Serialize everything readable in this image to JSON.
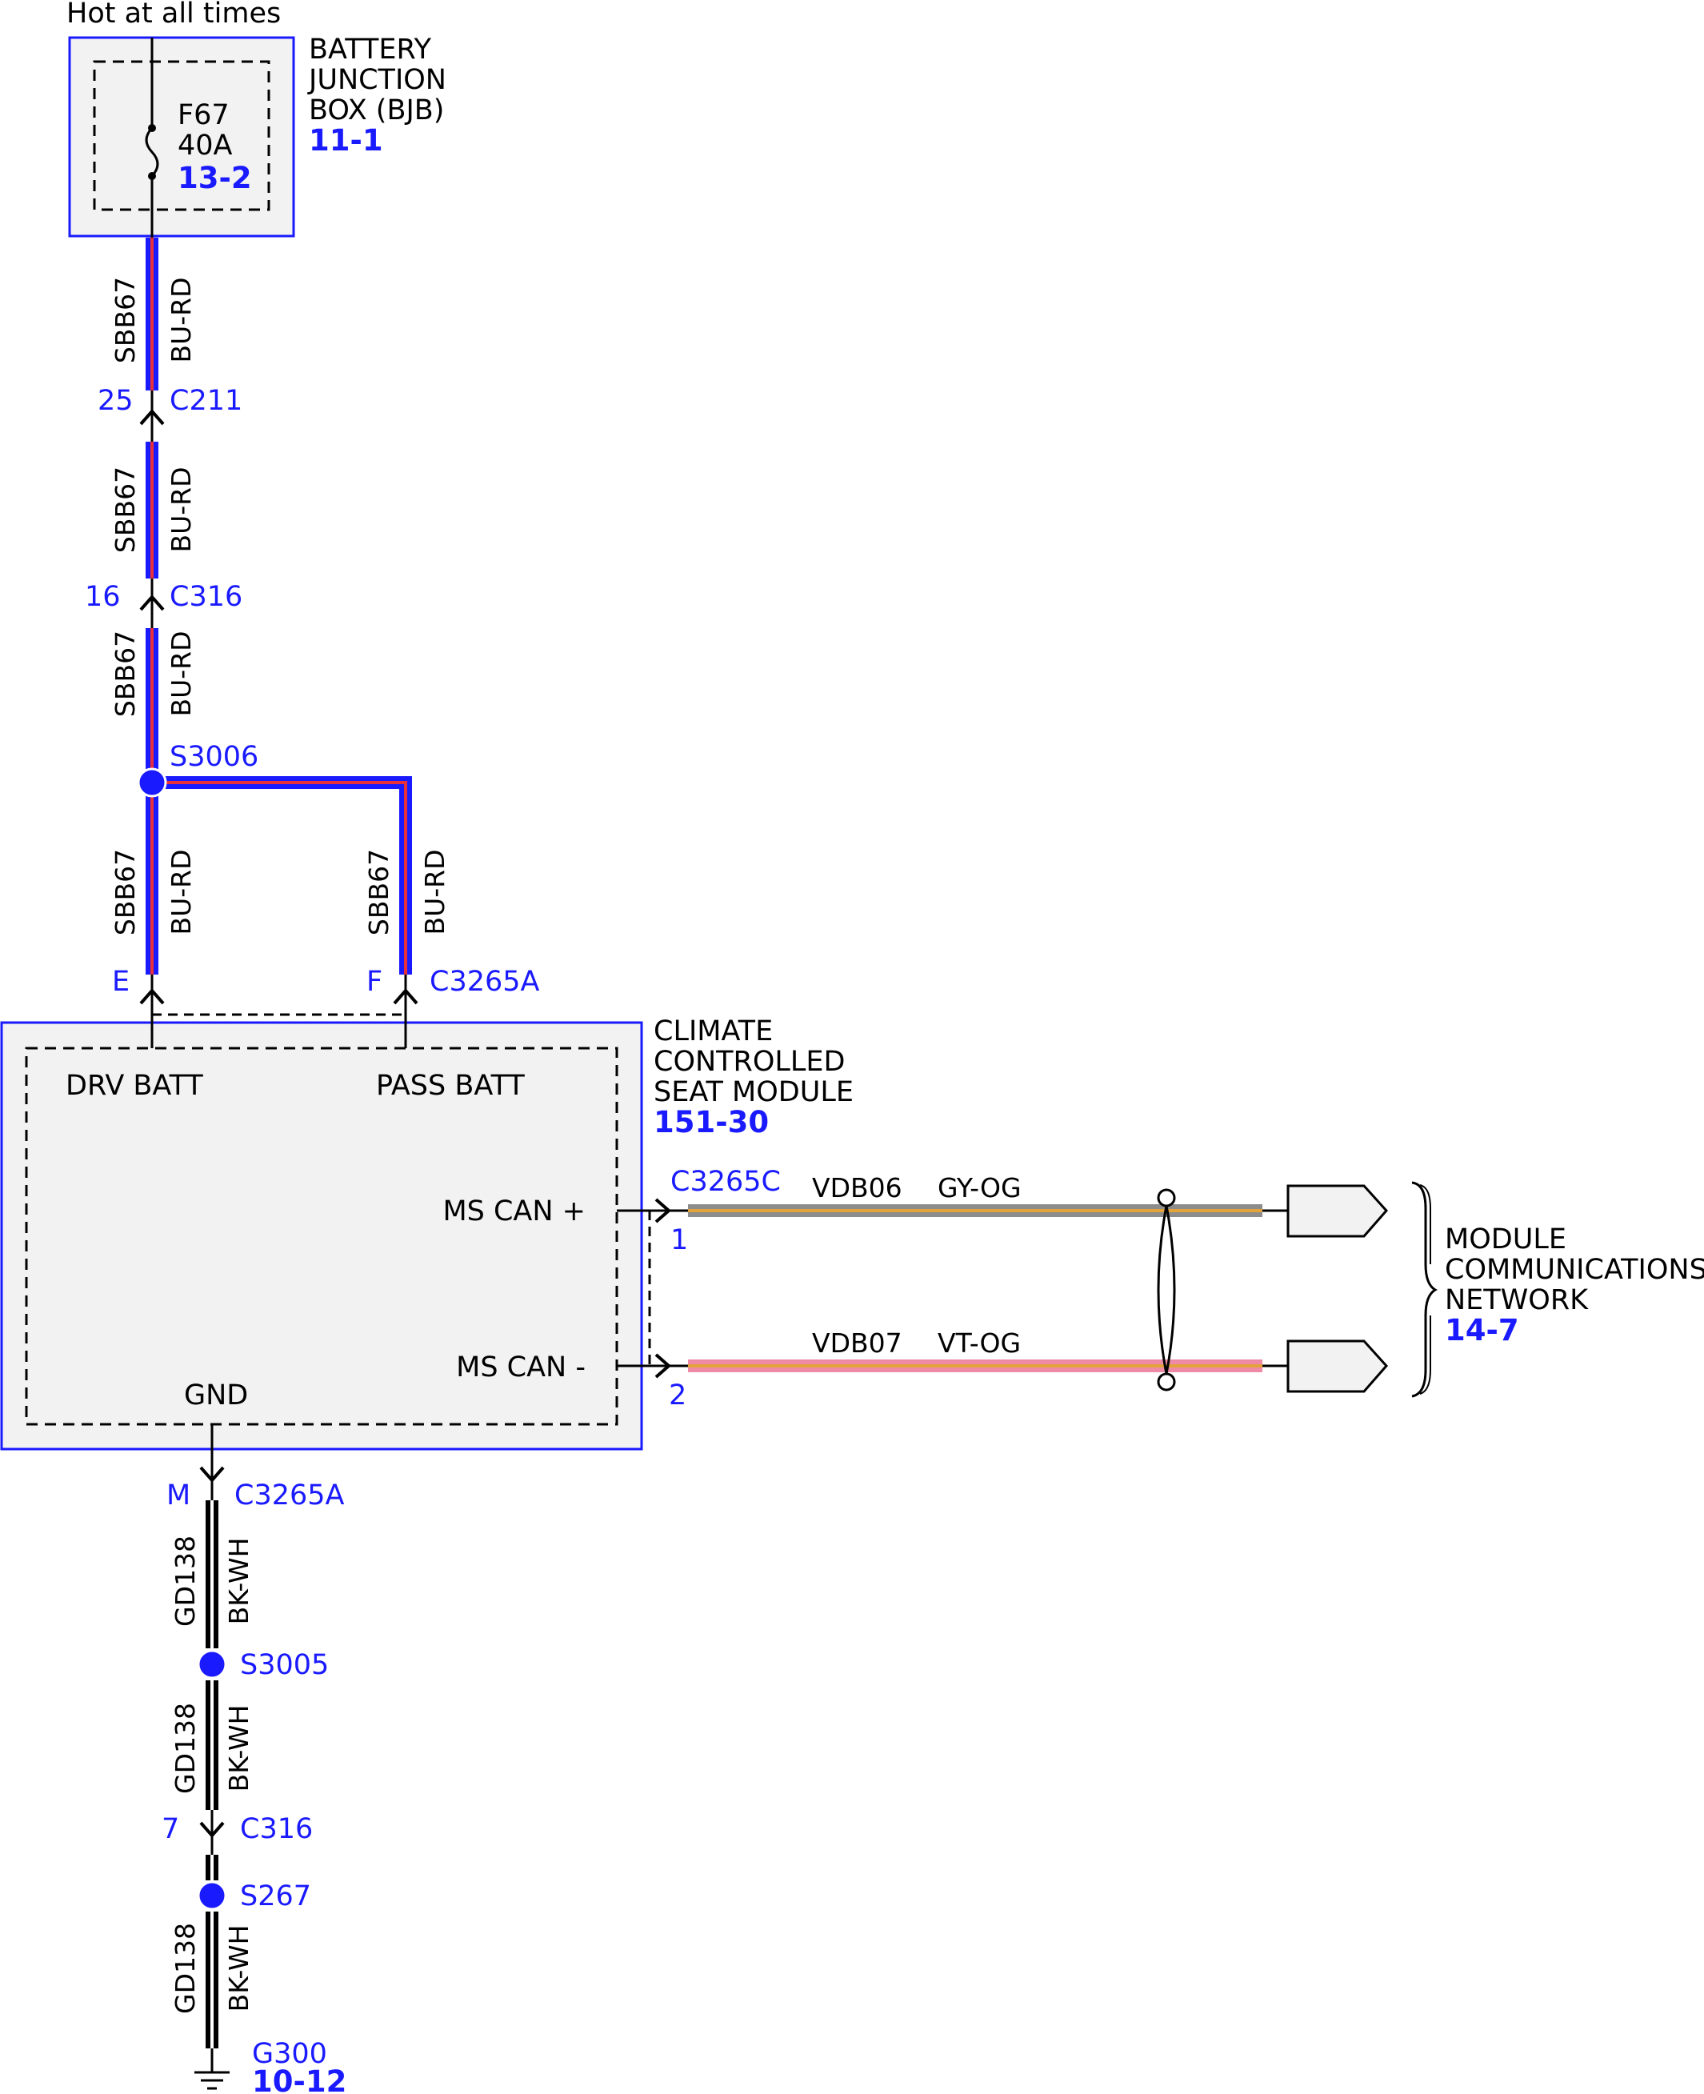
{
  "top_note": "Hot at all times",
  "bjb": {
    "name_lines": [
      "BATTERY",
      "JUNCTION",
      "BOX (BJB)"
    ],
    "ref": "11-1",
    "fuse_id": "F67",
    "fuse_rating": "40A",
    "fuse_ref": "13-2"
  },
  "wires": {
    "sbb67": {
      "circuit": "SBB67",
      "color": "BU-RD"
    },
    "gd138": {
      "circuit": "GD138",
      "color": "BK-WH"
    },
    "vdb06": {
      "circuit": "VDB06",
      "color": "GY-OG"
    },
    "vdb07": {
      "circuit": "VDB07",
      "color": "VT-OG"
    }
  },
  "connectors": {
    "c211": {
      "name": "C211",
      "pin": "25"
    },
    "c316_top": {
      "name": "C316",
      "pin": "16"
    },
    "c3265a_top": {
      "name": "C3265A",
      "pin_e": "E",
      "pin_f": "F"
    },
    "c3265c": {
      "name": "C3265C",
      "pin1": "1",
      "pin2": "2"
    },
    "c3265a_bottom": {
      "name": "C3265A",
      "pin": "M"
    },
    "c316_bottom": {
      "name": "C316",
      "pin": "7"
    }
  },
  "splices": {
    "s3006": "S3006",
    "s3005": "S3005",
    "s267": "S267"
  },
  "module": {
    "name_lines": [
      "CLIMATE",
      "CONTROLLED",
      "SEAT MODULE"
    ],
    "ref": "151-30",
    "pins": {
      "drv_batt": "DRV BATT",
      "pass_batt": "PASS BATT",
      "ms_can_plus": "MS CAN +",
      "ms_can_minus": "MS CAN -",
      "gnd": "GND"
    }
  },
  "network": {
    "name_lines": [
      "MODULE",
      "COMMUNICATIONS",
      "NETWORK"
    ],
    "ref": "14-7"
  },
  "ground": {
    "name": "G300",
    "ref": "10-12"
  },
  "colors": {
    "wire_blue": "#1a1aff",
    "wire_red": "#e8303a",
    "label_blue": "#1a1aff",
    "box_fill": "#f2f2f2",
    "gy_og_gray": "#8c8c8c",
    "gy_og_orange": "#e3a33b",
    "vt_og_violet": "#ef8aa6",
    "ground_wire": "#000000"
  }
}
